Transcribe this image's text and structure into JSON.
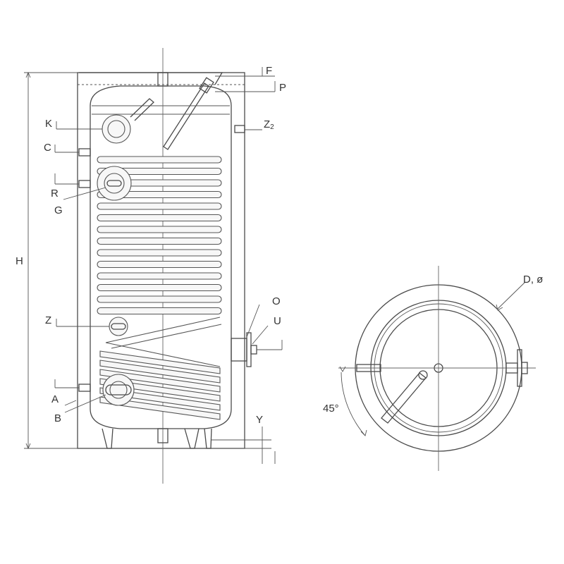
{
  "labels": {
    "H": "H",
    "F": "F",
    "P": "P",
    "K": "K",
    "Z2_main": "Z",
    "Z2_sub": "2",
    "C": "C",
    "R": "R",
    "G": "G",
    "Z": "Z",
    "O": "O",
    "U": "U",
    "A": "A",
    "B": "B",
    "Y": "Y",
    "D": "D, ø",
    "angle": "45°"
  },
  "colors": {
    "stroke": "#4a4a4a",
    "fill": "#f7f7f7",
    "background": "#ffffff"
  }
}
